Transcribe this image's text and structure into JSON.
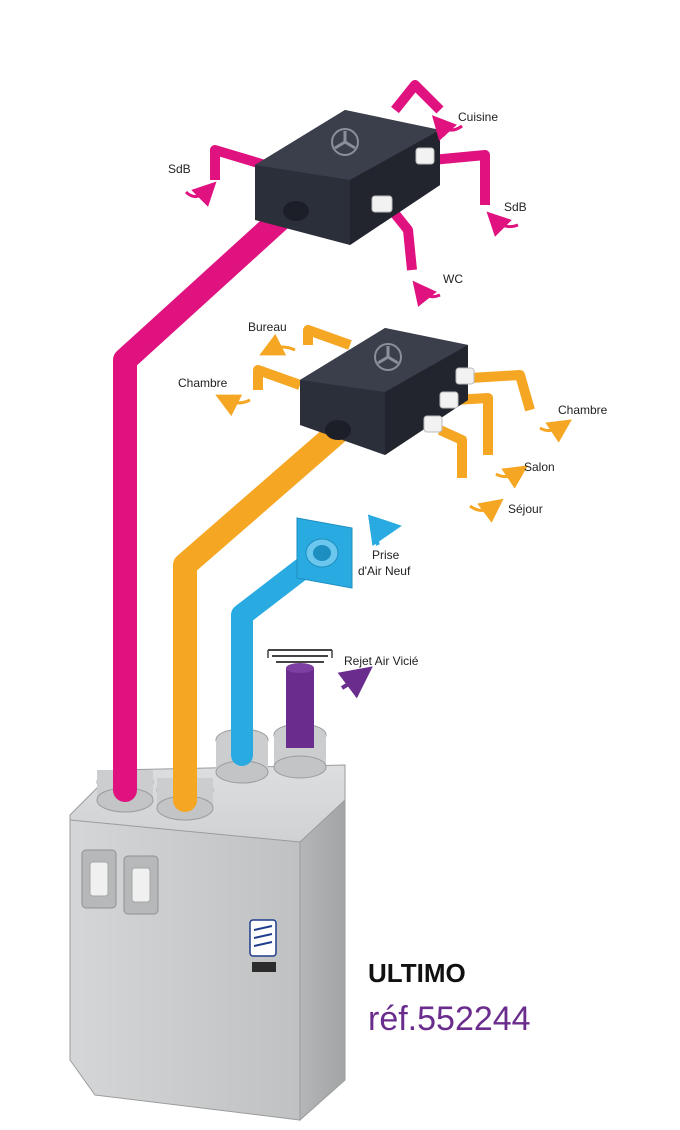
{
  "product": {
    "name": "ULTIMO",
    "reference": "réf.552244"
  },
  "extract_labels": {
    "kitchen": "Cuisine",
    "bathroom_left": "SdB",
    "bathroom_right": "SdB",
    "wc": "WC"
  },
  "supply_labels": {
    "office": "Bureau",
    "bedroom_left": "Chambre",
    "bedroom_right": "Chambre",
    "lounge": "Salon",
    "living_room": "Séjour"
  },
  "outdoor_labels": {
    "fresh_air_line1": "Prise",
    "fresh_air_line2": "d'Air Neuf",
    "exhaust": "Rejet Air Vicié"
  },
  "colors": {
    "extract_duct": "#e0127f",
    "supply_duct": "#f5a623",
    "fresh_air_duct": "#29abe2",
    "exhaust_duct": "#6a2d8e",
    "plenum_box": "#2b2f3a",
    "unit_body": "#c9cbcc",
    "reference_text": "#6a2d8e"
  },
  "icons": [
    "fan-symbol-icon",
    "airflow-arrow-icon",
    "exhaust-grille-icon",
    "brand-badge-icon"
  ]
}
